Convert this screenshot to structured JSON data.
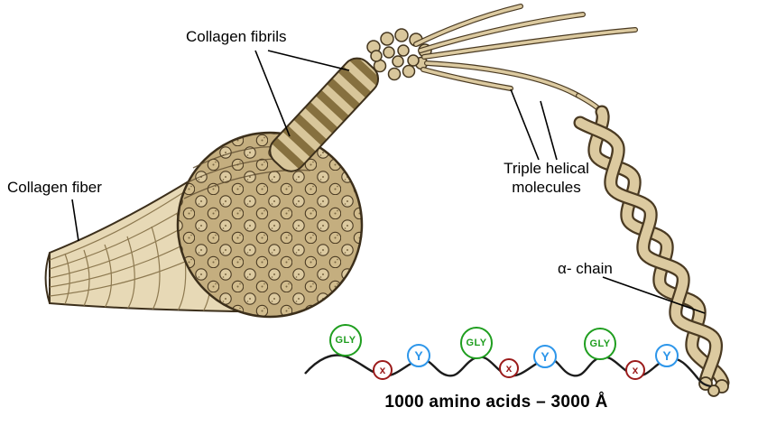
{
  "labels": {
    "collagen_fibrils": "Collagen fibrils",
    "collagen_fiber": "Collagen fiber",
    "triple_helical_line1": "Triple helical",
    "triple_helical_line2": "molecules",
    "alpha_chain": "α- chain",
    "scale_caption": "1000 amino acids – 3000 Å"
  },
  "amino_acids": [
    {
      "label": "GLY",
      "color": "#1f9e1f"
    },
    {
      "label": "x",
      "color": "#9b1b1b"
    },
    {
      "label": "Y",
      "color": "#2d96ea"
    },
    {
      "label": "GLY",
      "color": "#1f9e1f"
    },
    {
      "label": "x",
      "color": "#9b1b1b"
    },
    {
      "label": "Y",
      "color": "#2d96ea"
    },
    {
      "label": "GLY",
      "color": "#1f9e1f"
    },
    {
      "label": "x",
      "color": "#9b1b1b"
    },
    {
      "label": "Y",
      "color": "#2d96ea"
    }
  ],
  "colors": {
    "collagen_tan": "#e7d9b6",
    "collagen_mid_tan": "#d8c69a",
    "collagen_dark_outline": "#3c2f1b",
    "band_brown": "#86703f",
    "chain_line": "#1c1c1c",
    "gly_green": "#1f9e1f",
    "x_red": "#9b1b1b",
    "y_blue": "#2d96ea"
  }
}
